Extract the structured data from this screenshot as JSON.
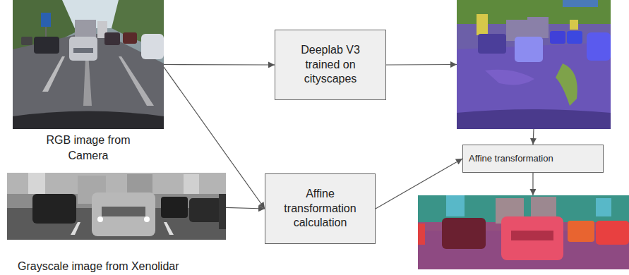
{
  "diagram": {
    "nodes": [
      {
        "text": [
          "RGB image from Camera"
        ]
      },
      {
        "text": [
          "Deeplab V3 trained on cityscapes"
        ]
      },
      {
        "text": []
      },
      {
        "text": [
          "Affine transformation"
        ]
      },
      {
        "text": [
          "Grayscale image from Xenolidar"
        ]
      },
      {
        "text": [
          "Affine transformation calculation"
        ]
      },
      {
        "text": []
      }
    ],
    "edges": [
      {
        "from": 0,
        "to": 1,
        "arrow": "to"
      },
      {
        "from": 1,
        "to": 2,
        "arrow": "to"
      },
      {
        "from": 2,
        "to": 3,
        "arrow": "to"
      },
      {
        "from": 0,
        "to": 5,
        "arrow": "to"
      },
      {
        "from": 4,
        "to": 5,
        "arrow": "to"
      },
      {
        "from": 5,
        "to": 3,
        "arrow": "to"
      },
      {
        "from": 3,
        "to": 6,
        "arrow": "to"
      }
    ]
  }
}
